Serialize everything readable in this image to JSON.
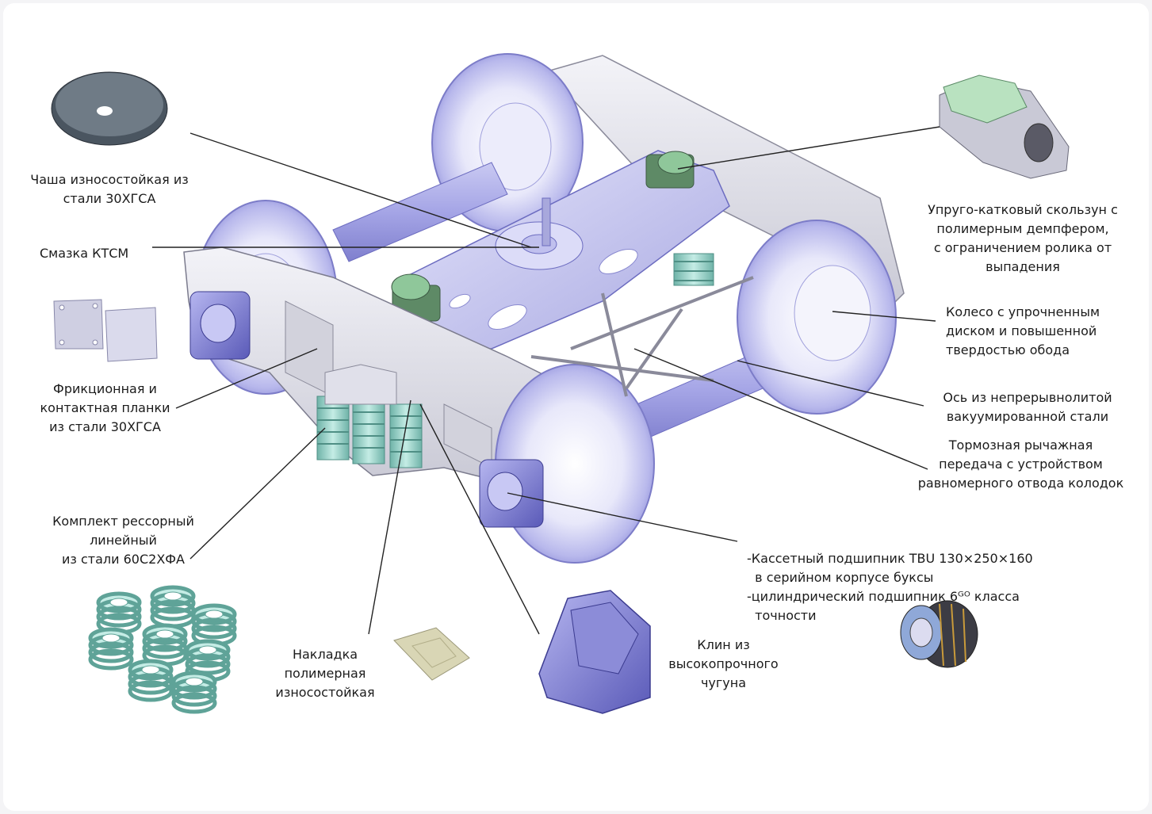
{
  "labels": {
    "cup": [
      "Чаша износостойкая из",
      "стали 30ХГСА"
    ],
    "lube": [
      "Смазка КТСМ"
    ],
    "friction": [
      "Фрикционная и",
      "контактная планки",
      "из стали 30ХГСА"
    ],
    "spring_set": [
      "Комплект рессорный",
      "линейный",
      "из стали 60С2ХФА"
    ],
    "pad": [
      "Накладка",
      "полимерная",
      "износостойкая"
    ],
    "wedge": [
      "Клин из",
      "высокопрочного",
      "чугуна"
    ],
    "side_bearer": [
      "Упруго-катковый скользун с",
      "полимерным демпфером,",
      "с ограничением ролика от",
      "выпадения"
    ],
    "wheel": [
      "Колесо с упрочненным",
      "диском и повышенной",
      "твердостью обода"
    ],
    "axle": [
      "Ось из непрерывнолитой",
      "вакуумированной стали"
    ],
    "brake": [
      "Тормозная рычажная",
      "передача с устройством",
      "равномерного отвода колодок"
    ],
    "bearing": [
      "-Кассетный подшипник TBU 130×250×160",
      "  в серийном корпусе буксы",
      "-цилиндрический подшипник 6ᴳᴼ класса",
      "  точности"
    ]
  },
  "colors": {
    "background": "#ffffff",
    "wheel": "#e4e4f8",
    "wheel_dark": "#9c9ce0",
    "frame": "#e6e6ee",
    "bolster": "#cfcff0",
    "spring": "#9fd6cc",
    "side_bearer_green": "#8fc79a",
    "pad": "#d9d6b5",
    "leader": "#222222"
  }
}
